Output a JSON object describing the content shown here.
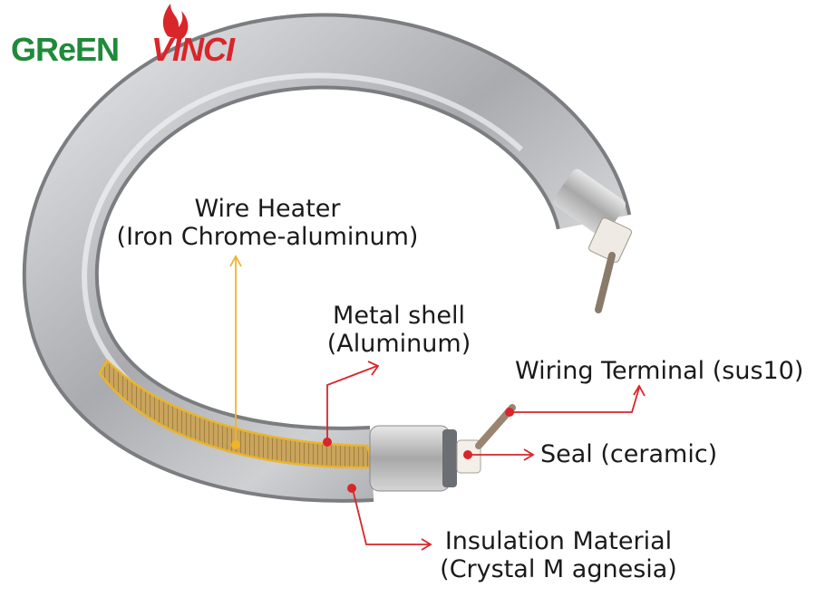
{
  "logo": {
    "brand_green": "GReEN",
    "brand_red": "VINCI",
    "green_color": "#1f8a3a",
    "red_color": "#d8262b"
  },
  "labels": {
    "wire_heater": {
      "line1": "Wire Heater",
      "line2": "(Iron Chrome-aluminum)"
    },
    "metal_shell": {
      "line1": "Metal shell",
      "line2": "(Aluminum)"
    },
    "wiring_terminal": "Wiring Terminal (sus10)",
    "seal": "Seal (ceramic)",
    "insulation": {
      "line1": "Insulation Material",
      "line2": "(Crystal M agnesia)"
    }
  },
  "colors": {
    "heater_arrow": "#f0b429",
    "leader": "#d8262b",
    "text": "#1a1a1a",
    "ring": "#b9bbbe"
  }
}
